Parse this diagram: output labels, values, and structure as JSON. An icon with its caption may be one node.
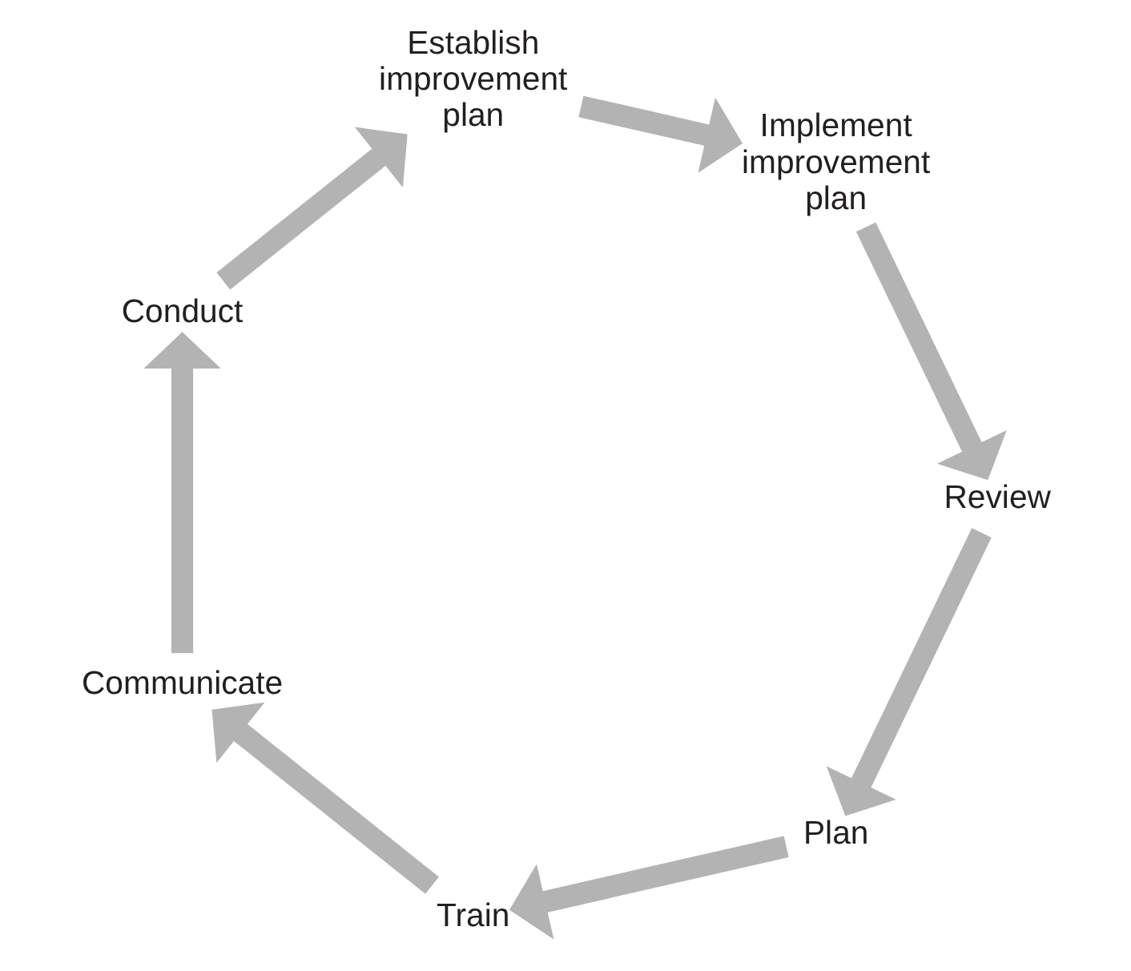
{
  "diagram": {
    "nodes": [
      {
        "text": [
          "Plan"
        ]
      },
      {
        "text": [
          "Train"
        ]
      },
      {
        "text": [
          "Communicate"
        ]
      },
      {
        "text": [
          "Conduct"
        ]
      },
      {
        "text": [
          "Establish improvement plan"
        ]
      },
      {
        "text": [
          "Implement improvement plan"
        ]
      },
      {
        "text": [
          "Review"
        ]
      }
    ],
    "edges": [
      {
        "from": 0,
        "to": 1,
        "arrow": "to"
      },
      {
        "from": 1,
        "to": 2,
        "arrow": "to"
      },
      {
        "from": 2,
        "to": 3,
        "arrow": "to"
      },
      {
        "from": 3,
        "to": 4,
        "arrow": "to"
      },
      {
        "from": 4,
        "to": 5,
        "arrow": "to"
      },
      {
        "from": 5,
        "to": 6,
        "arrow": "to"
      },
      {
        "from": 6,
        "to": 0,
        "arrow": "to"
      }
    ]
  }
}
